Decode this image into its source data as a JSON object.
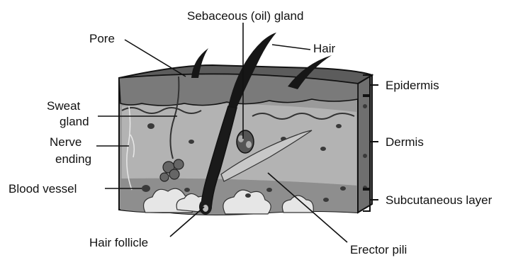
{
  "colors": {
    "background": "#ffffff",
    "outline": "#111111",
    "epidermis_top": "#5c5c5c",
    "dermis": "#9a9a9a",
    "dermis_light": "#b9b9b9",
    "subcutaneous": "#8e8e8e",
    "side_face": "#6f6f6f",
    "fat_cloud": "#e6e6e6",
    "hair": "#161616"
  },
  "labels": {
    "sebaceous_gland": "Sebaceous (oil) gland",
    "hair": "Hair",
    "pore": "Pore",
    "sweat_gland_line1": "Sweat",
    "sweat_gland_line2": "gland",
    "nerve_ending_line1": "Nerve",
    "nerve_ending_line2": "ending",
    "blood_vessel": "Blood vessel",
    "hair_follicle": "Hair follicle",
    "erector_pili": "Erector pili",
    "epidermis": "Epidermis",
    "dermis": "Dermis",
    "subcutaneous_layer": "Subcutaneous layer"
  }
}
